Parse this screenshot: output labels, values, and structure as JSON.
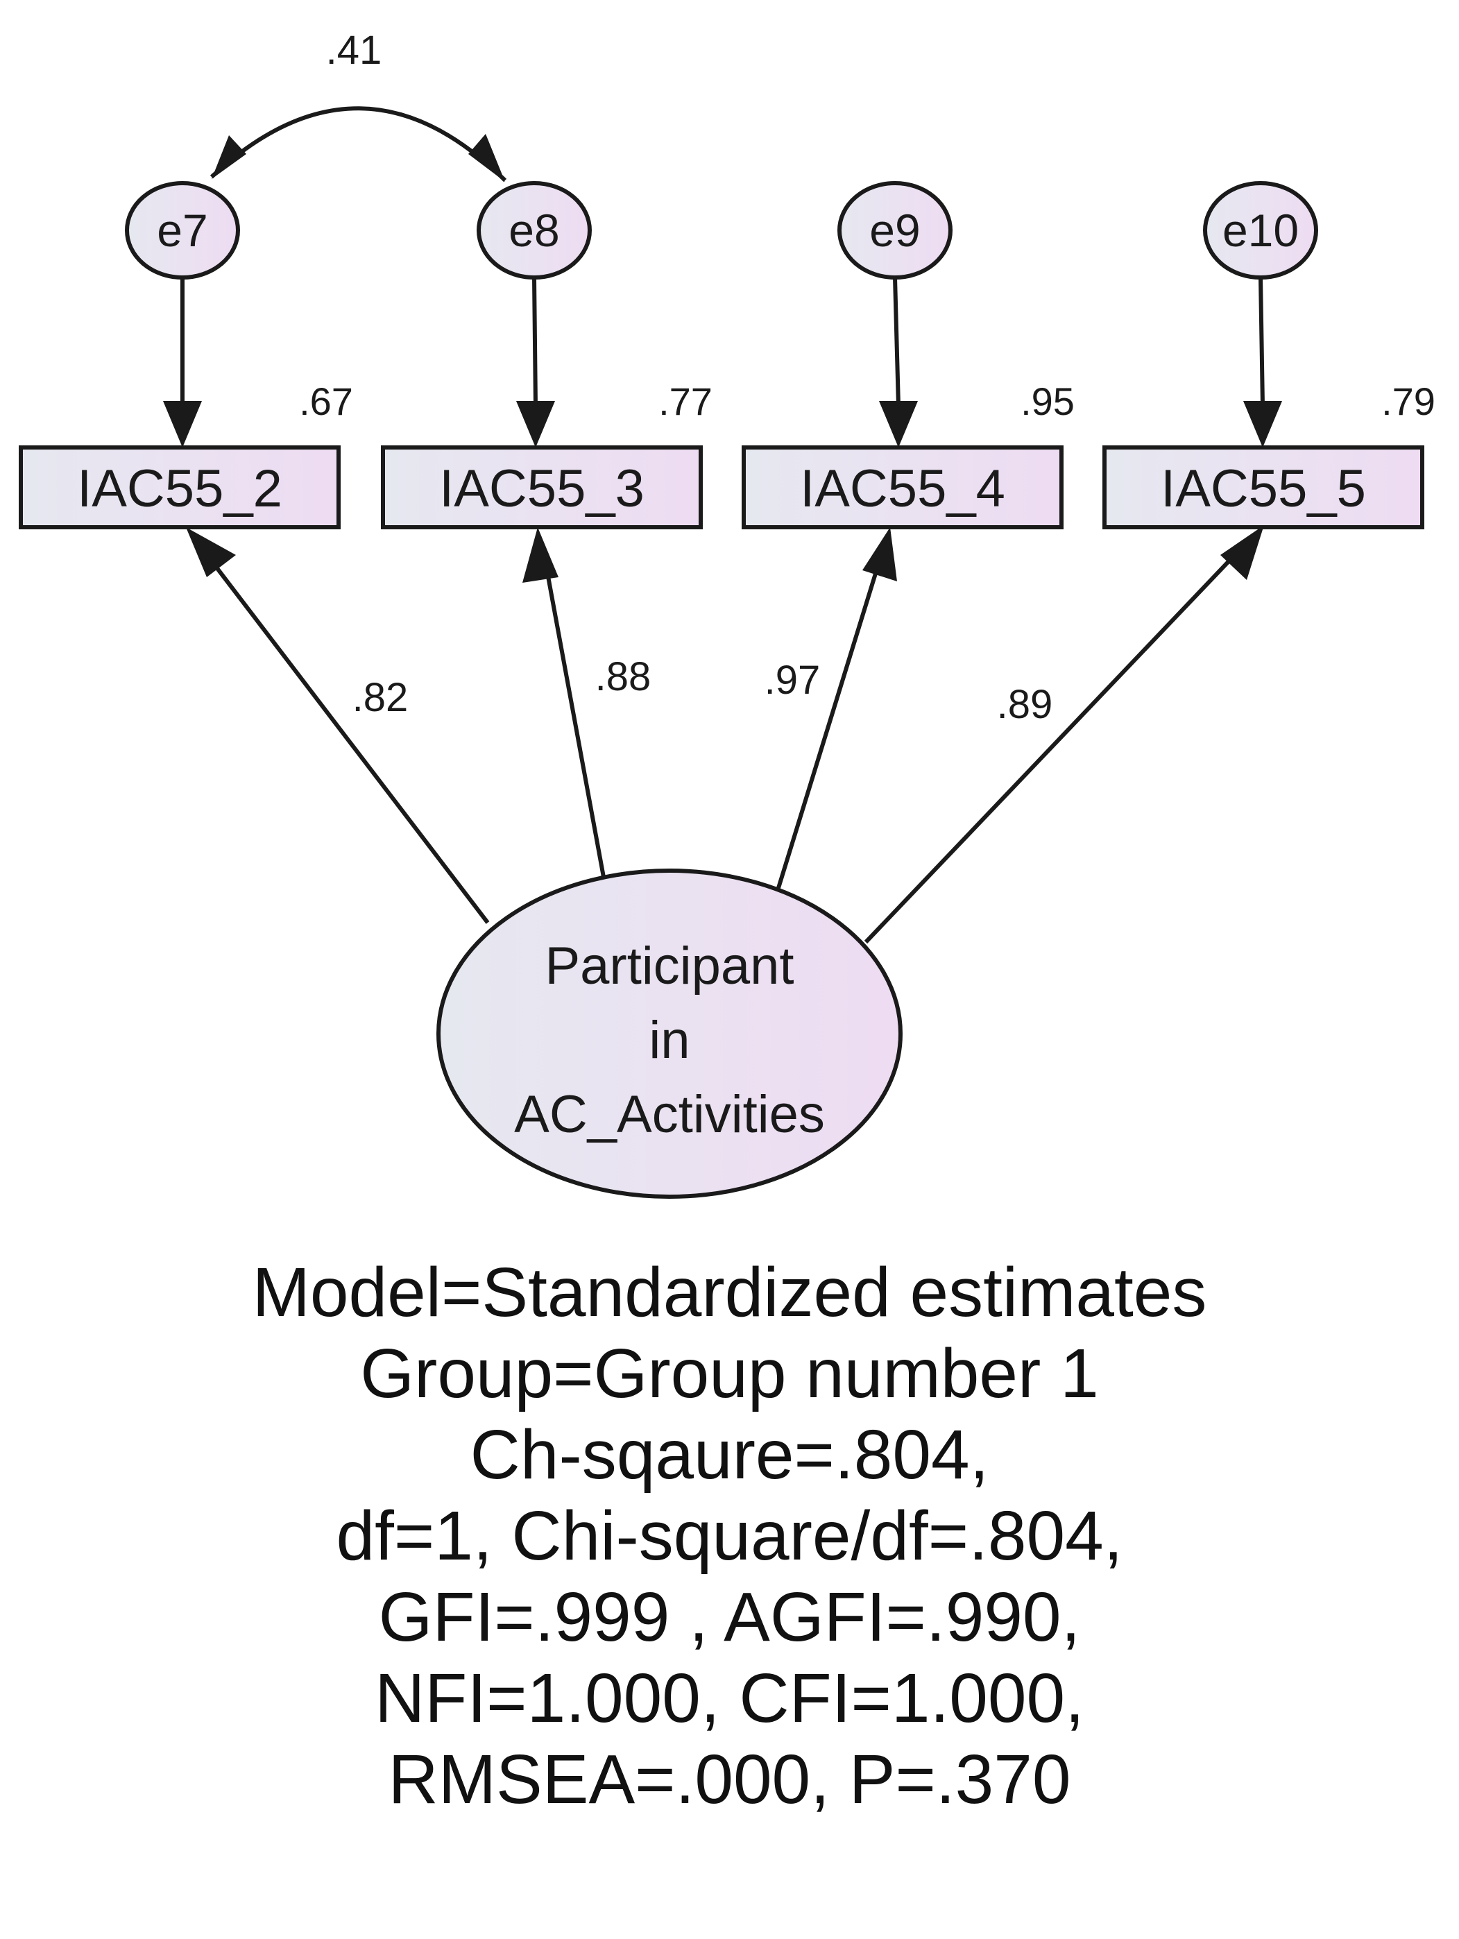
{
  "latent": {
    "label_lines": [
      "Participant",
      "in",
      "AC_Activities"
    ]
  },
  "errors": [
    {
      "id": "e7"
    },
    {
      "id": "e8"
    },
    {
      "id": "e9"
    },
    {
      "id": "e10"
    }
  ],
  "indicators": [
    {
      "name": "IAC55_2",
      "r_squared": ".67",
      "loading": ".82"
    },
    {
      "name": "IAC55_3",
      "r_squared": ".77",
      "loading": ".88"
    },
    {
      "name": "IAC55_4",
      "r_squared": ".95",
      "loading": ".97"
    },
    {
      "name": "IAC55_5",
      "r_squared": ".79",
      "loading": ".89"
    }
  ],
  "covariance": {
    "from": "e7",
    "to": "e8",
    "value": ".41"
  },
  "fit_stats": {
    "lines": [
      "Model=Standardized estimates",
      "Group=Group number 1",
      "Ch-sqaure=.804,",
      "df=1, Chi-square/df=.804,",
      "GFI=.999 , AGFI=.990,",
      "NFI=1.000, CFI=1.000,",
      "RMSEA=.000, P=.370"
    ]
  },
  "colors": {
    "fill_left": "#e6e8f0",
    "fill_right": "#eedcf2",
    "stroke": "#1a1a1a"
  }
}
